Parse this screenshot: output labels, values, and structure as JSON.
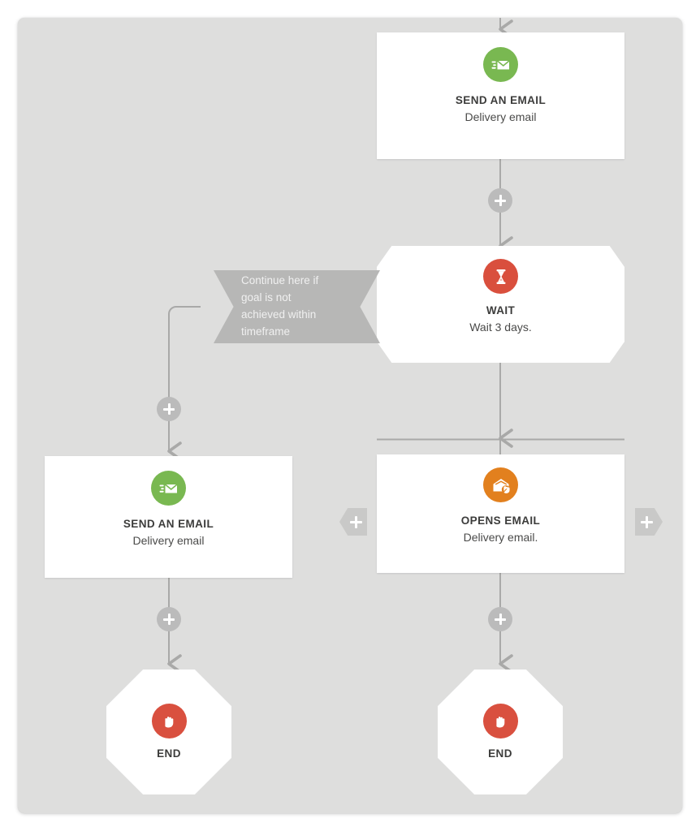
{
  "canvas": {
    "background_color": "#dededd",
    "page_background": "#ffffff"
  },
  "colors": {
    "send_email_icon": "#7ac143",
    "send_email_icon_actual": "#79b851",
    "wait_icon": "#d94f3d",
    "opens_email_icon": "#e2801e",
    "end_icon": "#d9503f",
    "connector": "#a9a9a8",
    "plus_button": "#bbbbbb",
    "plus_tag": "#c9c9c8",
    "callout_background": "#b7b7b6",
    "callout_text": "#f0f0f0",
    "node_title": "#3c3c3b",
    "node_subtitle": "#4a4a49"
  },
  "nodes": {
    "send_email_top": {
      "title": "SEND AN EMAIL",
      "subtitle": "Delivery email",
      "icon": "send-email-icon",
      "shape": "rectangle"
    },
    "wait": {
      "title": "WAIT",
      "subtitle": "Wait 3 days.",
      "icon": "hourglass-icon",
      "shape": "cut-corner"
    },
    "send_email_left": {
      "title": "SEND AN EMAIL",
      "subtitle": "Delivery email",
      "icon": "send-email-icon",
      "shape": "rectangle"
    },
    "opens_email": {
      "title": "OPENS EMAIL",
      "subtitle": "Delivery email.",
      "icon": "opens-email-icon",
      "shape": "rectangle"
    },
    "end_left": {
      "title": "END",
      "icon": "stop-hand-icon",
      "shape": "octagon"
    },
    "end_right": {
      "title": "END",
      "icon": "stop-hand-icon",
      "shape": "octagon"
    }
  },
  "callout": {
    "lines": [
      "Continue here if",
      "goal is not",
      "achieved within",
      "timeframe"
    ]
  },
  "buttons": {
    "add_label": "+",
    "add_step_top": "+",
    "add_step_left_branch": "+",
    "add_step_left_bottom": "+",
    "add_step_right_bottom": "+",
    "add_branch_left": "+",
    "add_branch_right": "+"
  }
}
